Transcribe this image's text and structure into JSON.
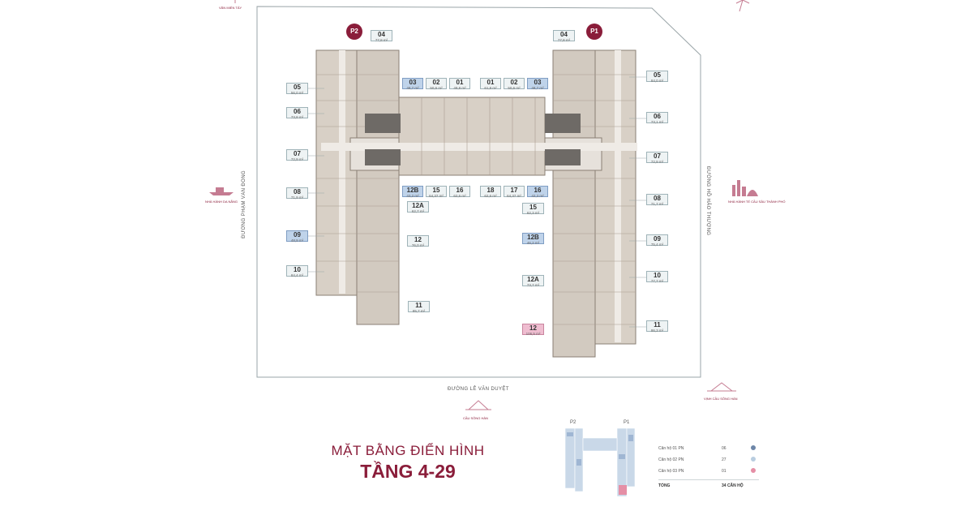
{
  "pillars": {
    "p1": "P1",
    "p2": "P2"
  },
  "streets": {
    "south": "ĐƯỜNG LÊ VĂN DUYỆT",
    "east": "ĐƯỜNG HỒ HẢO THƯỢNG",
    "west": "ĐƯỜNG PHẠM VĂN ĐỒNG"
  },
  "landmarks": {
    "north": "VĂN MIẾN TÂY",
    "west": "NHÀ HÀNH DA NẴNG",
    "east": "NHÀ HÀNH TẾ CẦU SÂU THÀNH PHỐ",
    "south": "CẦU SÔNG HÀN",
    "southeast": "VỊNH CẦU SÔNG HÀN"
  },
  "units": {
    "left_side": [
      {
        "no": "04",
        "area": "77,8 m²"
      },
      {
        "no": "05",
        "area": "56,0 m²"
      },
      {
        "no": "06",
        "area": "73,8 m²"
      },
      {
        "no": "07",
        "area": "72,9 m²"
      },
      {
        "no": "08",
        "area": "71,9 m²"
      },
      {
        "no": "09",
        "area": "48,9 m²"
      },
      {
        "no": "10",
        "area": "84,4 m²"
      },
      {
        "no": "11",
        "area": "85,7 m²"
      }
    ],
    "left_inner": [
      {
        "no": "12B",
        "area": "43,2 m²"
      },
      {
        "no": "15",
        "area": "64,37 m²"
      },
      {
        "no": "16",
        "area": "62,6 m²"
      },
      {
        "no": "12A",
        "area": "62,7 m²"
      },
      {
        "no": "12",
        "area": "76,0 m²"
      }
    ],
    "top_left": [
      {
        "no": "03",
        "area": "48,7 m²"
      },
      {
        "no": "02",
        "area": "50,6 m²"
      },
      {
        "no": "01",
        "area": "49,8 m²"
      }
    ],
    "top_right": [
      {
        "no": "01",
        "area": "61,8 m²"
      },
      {
        "no": "02",
        "area": "50,6 m²"
      },
      {
        "no": "03",
        "area": "48,7 m²"
      }
    ],
    "right_inner_top": [
      {
        "no": "18",
        "area": "62,6 m²"
      },
      {
        "no": "17",
        "area": "64,37 m²"
      },
      {
        "no": "16",
        "area": "42,3 m²"
      }
    ],
    "right_inner": [
      {
        "no": "15",
        "area": "62,3 m²"
      },
      {
        "no": "12B",
        "area": "46,2 m²"
      },
      {
        "no": "12A",
        "area": "73,7 m²"
      },
      {
        "no": "12",
        "area": "106,5 m²"
      }
    ],
    "right_side": [
      {
        "no": "04",
        "area": "77,8 m²"
      },
      {
        "no": "05",
        "area": "84,0 m²"
      },
      {
        "no": "06",
        "area": "73,1 m²"
      },
      {
        "no": "07",
        "area": "72,9 m²"
      },
      {
        "no": "08",
        "area": "71,7 m²"
      },
      {
        "no": "09",
        "area": "75,4 m²"
      },
      {
        "no": "10",
        "area": "77,7 m²"
      },
      {
        "no": "11",
        "area": "86,3 m²"
      }
    ]
  },
  "title": {
    "line1": "MẶT BẰNG ĐIỂN HÌNH",
    "line2": "TẦNG 4-29"
  },
  "legend": {
    "items": [
      {
        "label": "Căn hộ 01 PN",
        "count": "06",
        "color": "#6d86a8"
      },
      {
        "label": "Căn hộ 02 PN",
        "count": "27",
        "color": "#b9cde0"
      },
      {
        "label": "Căn hộ 03 PN",
        "count": "01",
        "color": "#e58fa6"
      }
    ],
    "total_label": "TỔNG",
    "total_value": "34 CĂN HỘ"
  },
  "mini_map": {
    "p2": "P2",
    "p1": "P1"
  },
  "colors": {
    "brand": "#8a1d3a",
    "unit_1pn": "#bfd3ea",
    "unit_3pn": "#efbdd0"
  }
}
